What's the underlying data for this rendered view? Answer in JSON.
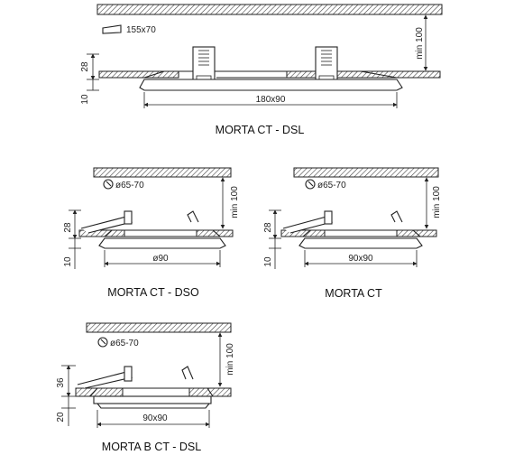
{
  "diagrams": [
    {
      "model": "MORTA CT - DSL",
      "cutout": "155x70",
      "height_upper": "28",
      "height_lower": "10",
      "width": "180x90",
      "clearance": "min 100"
    },
    {
      "model": "MORTA CT - DSO",
      "cutout": "ø65-70",
      "height_upper": "28",
      "height_lower": "10",
      "width": "ø90",
      "clearance": "min 100"
    },
    {
      "model": "MORTA CT",
      "cutout": "ø65-70",
      "height_upper": "28",
      "height_lower": "10",
      "width": "90x90",
      "clearance": "min 100"
    },
    {
      "model": "MORTA B CT - DSL",
      "cutout": "ø65-70",
      "height_upper": "36",
      "height_lower": "20",
      "width": "90x90",
      "clearance": "min 100"
    }
  ]
}
